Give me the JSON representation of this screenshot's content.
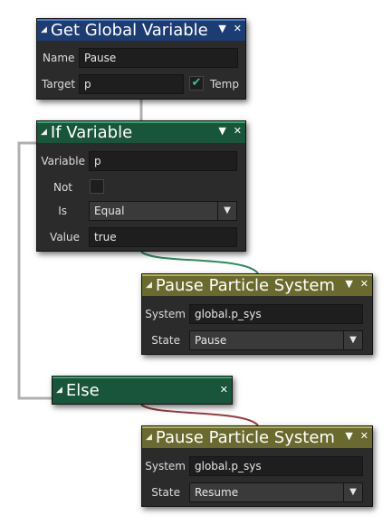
{
  "nodes": {
    "get_global": {
      "title": "Get Global Variable",
      "name_label": "Name",
      "name_value": "Pause",
      "target_label": "Target",
      "target_value": "p",
      "temp_label": "Temp"
    },
    "if_variable": {
      "title": "If Variable",
      "variable_label": "Variable",
      "variable_value": "p",
      "not_label": "Not",
      "is_label": "Is",
      "is_value": "Equal",
      "value_label": "Value",
      "value_value": "true"
    },
    "pause_1": {
      "title": "Pause Particle System",
      "system_label": "System",
      "system_value": "global.p_sys",
      "state_label": "State",
      "state_value": "Pause"
    },
    "else": {
      "title": "Else"
    },
    "pause_2": {
      "title": "Pause Particle System",
      "system_label": "System",
      "system_value": "global.p_sys",
      "state_label": "State",
      "state_value": "Resume"
    }
  },
  "icons": {
    "collapse": "◢",
    "menu": "▼",
    "close": "✕",
    "dropdown": "▼",
    "check": "✔"
  },
  "colors": {
    "header_blue": "#1d3c73",
    "header_green": "#18553a",
    "header_olive": "#6a6a2e",
    "check_green": "#37c587",
    "wire_green": "#2f8a5f",
    "wire_red": "#9a3a3a",
    "wire_grey": "#b0b0b0"
  }
}
